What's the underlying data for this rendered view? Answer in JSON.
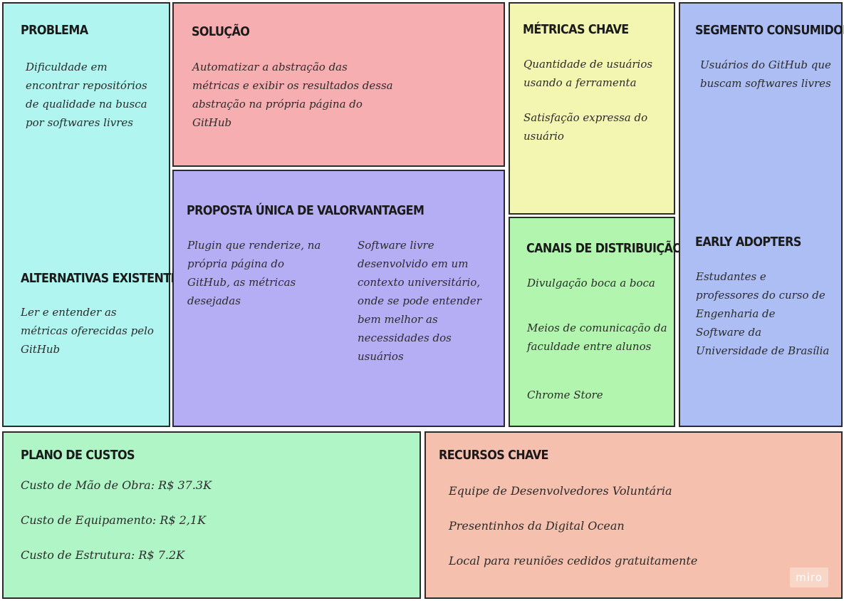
{
  "colors": {
    "problema": "#b0f5f0",
    "solucao": "#f6aeb0",
    "proposta": "#b6aef5",
    "metricas": "#f3f6b0",
    "canais": "#b2f5ae",
    "segmento": "#adbef5",
    "custos": "#b0f5c6",
    "recursos": "#f6c0ae",
    "border": "#2b2b2b"
  },
  "problema": {
    "title": "Problema",
    "lines": [
      "Dificuldade em",
      "encontrar repositórios",
      "de qualidade na busca",
      "por softwares livres"
    ]
  },
  "alternativas": {
    "title": "Alternativas existentes",
    "lines": [
      "Ler e entender as",
      "métricas oferecidas pelo",
      "GitHub"
    ]
  },
  "solucao": {
    "title": "Solução",
    "lines": [
      "Automatizar a abstração das",
      "métricas e exibir os resultados dessa",
      "abstração na própria página do",
      "GitHub"
    ]
  },
  "proposta": {
    "title": "Proposta única de valor",
    "lines": [
      "Plugin que renderize, na",
      "própria página do",
      "GitHub, as métricas",
      "desejadas"
    ]
  },
  "vantagem": {
    "title": "Vantagem",
    "lines": [
      "Software livre",
      "desenvolvido em um",
      "contexto universitário,",
      "onde se pode entender",
      "bem melhor as",
      "necessidades dos",
      "usuários"
    ]
  },
  "metricas": {
    "title": "Métricas chave",
    "item1": [
      "Quantidade de usuários",
      "usando a ferramenta"
    ],
    "item2": [
      "Satisfação expressa do",
      "usuário"
    ]
  },
  "canais": {
    "title": "Canais de distribuição",
    "item1": "Divulgação boca a boca",
    "item2": [
      "Meios de comunicação da",
      "faculdade entre alunos"
    ],
    "item3": "Chrome Store"
  },
  "segmento": {
    "title": "Segmento consumidor",
    "lines": [
      "Usuários do GitHub que",
      "buscam softwares livres"
    ]
  },
  "early": {
    "title": "Early adopters",
    "lines": [
      "Estudantes e",
      "professores do curso de",
      "Engenharia de",
      "Software da",
      "Universidade de Brasília"
    ]
  },
  "custos": {
    "title": "Plano de custos",
    "items": [
      "Custo de Mão de Obra: R$ 37.3K",
      "Custo de Equipamento: R$ 2,1K",
      "Custo de Estrutura: R$ 7.2K"
    ]
  },
  "recursos": {
    "title": "Recursos chave",
    "items": [
      "Equipe de Desenvolvedores Voluntária",
      "Presentinhos da Digital Ocean",
      "Local para reuniões cedidos gratuitamente"
    ]
  },
  "watermark": "miro"
}
